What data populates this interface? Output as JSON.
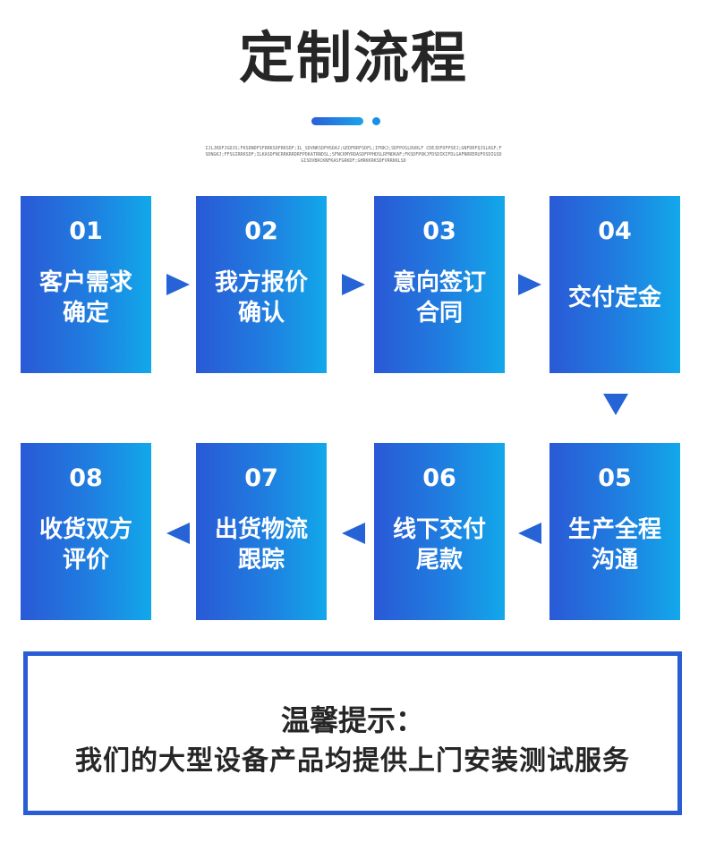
{
  "header": {
    "title": "定制流程",
    "tiny_text": "IJLJKDFJGDJS;FKSDNDFSFRRKSDFRKSDF;IL_SDVNKSDFHSDAJ;GEDFRRFSDFL;IFRKJ;SDFPOSLDURLF CDEJDFOFPSEJ;GNFDRFQJSLKGF;FSDNGKJ;FFSGIRRKSDF;ILKASDFNCRRKRRDRFPDKATRNDSL;SFNCKMYRDASDFPPHDSLRFNDKAF;FKSDFPOKJFDSDIKIFDLGAFNRRERUFOSDIGSDGISDVBRCKNFKASFGRKDF;GHRKKRKSDFVRRKKLSD"
  },
  "steps": [
    {
      "num": "01",
      "label": "客户需求\n确定"
    },
    {
      "num": "02",
      "label": "我方报价\n确认"
    },
    {
      "num": "03",
      "label": "意向签订\n合同"
    },
    {
      "num": "04",
      "label": "交付定金"
    },
    {
      "num": "05",
      "label": "生产全程\n沟通"
    },
    {
      "num": "06",
      "label": "线下交付\n尾款"
    },
    {
      "num": "07",
      "label": "出货物流\n跟踪"
    },
    {
      "num": "08",
      "label": "收货双方\n评价"
    }
  ],
  "notice": {
    "title": "温馨提示：",
    "text": "我们的大型设备产品均提供上门安装测试服务"
  },
  "colors": {
    "accent_start": "#2a59d6",
    "accent_end": "#12a8ea",
    "arrow": "#2563d6",
    "title_text": "#262626"
  }
}
